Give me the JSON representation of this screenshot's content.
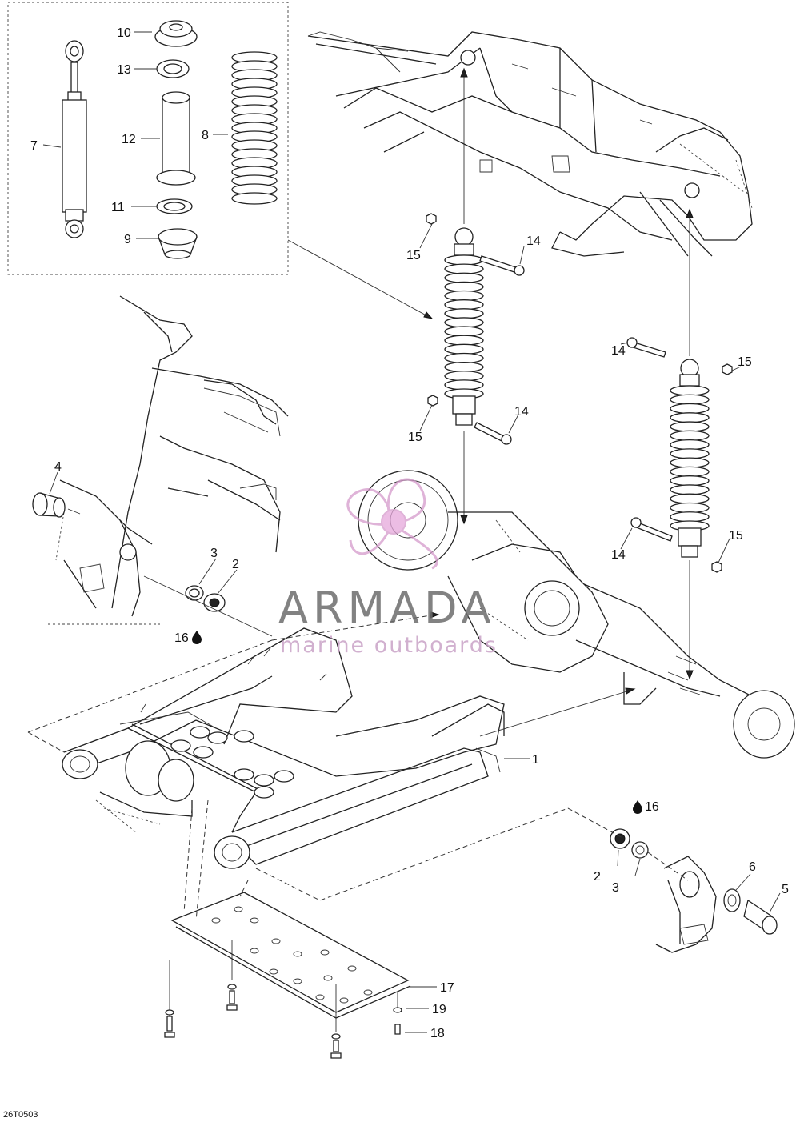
{
  "figure": {
    "code": "26T0503"
  },
  "watermark": {
    "brand": "ARMADA",
    "tagline": "marine outboards"
  },
  "callouts": {
    "c1": "1",
    "c2a": "2",
    "c2b": "2",
    "c3a": "3",
    "c3b": "3",
    "c4": "4",
    "c5": "5",
    "c6": "6",
    "c7": "7",
    "c8": "8",
    "c9": "9",
    "c10": "10",
    "c11": "11",
    "c12": "12",
    "c13": "13",
    "c14a": "14",
    "c14b": "14",
    "c14c": "14",
    "c14d": "14",
    "c15a": "15",
    "c15b": "15",
    "c15c": "15",
    "c15d": "15",
    "c16a": "16",
    "c16b": "16",
    "c17": "17",
    "c18": "18",
    "c19": "19"
  },
  "icons": {
    "lubricant": "oil-drop-icon",
    "logo": "propeller-logo-icon"
  },
  "colors": {
    "line": "#222222",
    "watermark_text": "#6d6d6d",
    "watermark_accent": "#c9a3c7"
  }
}
